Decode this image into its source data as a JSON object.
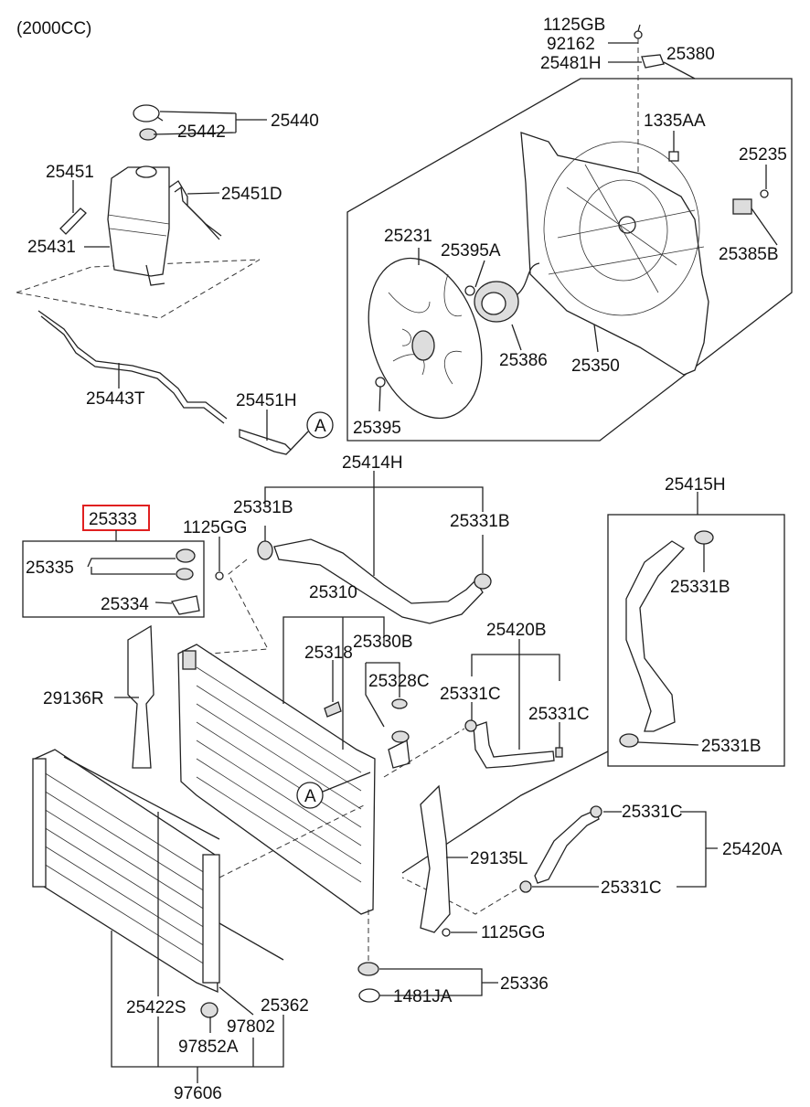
{
  "header": {
    "engine_note": "(2000CC)"
  },
  "highlighted_part": "25333",
  "callouts": {
    "p1125GB": "1125GB",
    "p92162": "92162",
    "p25481H": "25481H",
    "p25380": "25380",
    "p1335AA": "1335AA",
    "p25235": "25235",
    "p25385B": "25385B",
    "p25231": "25231",
    "p25395A": "25395A",
    "p25386": "25386",
    "p25350": "25350",
    "p25395": "25395",
    "p25440": "25440",
    "p25442": "25442",
    "p25451": "25451",
    "p25451D": "25451D",
    "p25431": "25431",
    "p25443T": "25443T",
    "p25451H": "25451H",
    "pA_top": "A",
    "p25414H": "25414H",
    "p25331B_l": "25331B",
    "p25331B_r": "25331B",
    "p25333": "25333",
    "p1125GG_top": "1125GG",
    "p25335": "25335",
    "p25334": "25334",
    "p25310": "25310",
    "p25318": "25318",
    "p25330B": "25330B",
    "p25328C": "25328C",
    "p25420B": "25420B",
    "p25331C_a": "25331C",
    "p25331C_b": "25331C",
    "p29136R": "29136R",
    "pA_mid": "A",
    "p25415H": "25415H",
    "p25331B_box1": "25331B",
    "p25331B_box2": "25331B",
    "p25331C_c": "25331C",
    "p25420A": "25420A",
    "p25331C_d": "25331C",
    "p29135L": "29135L",
    "p1125GG_bot": "1125GG",
    "p25336": "25336",
    "p1481JA": "1481JA",
    "p25422S": "25422S",
    "p25362": "25362",
    "p97802": "97802",
    "p97852A": "97852A",
    "p97606": "97606"
  }
}
